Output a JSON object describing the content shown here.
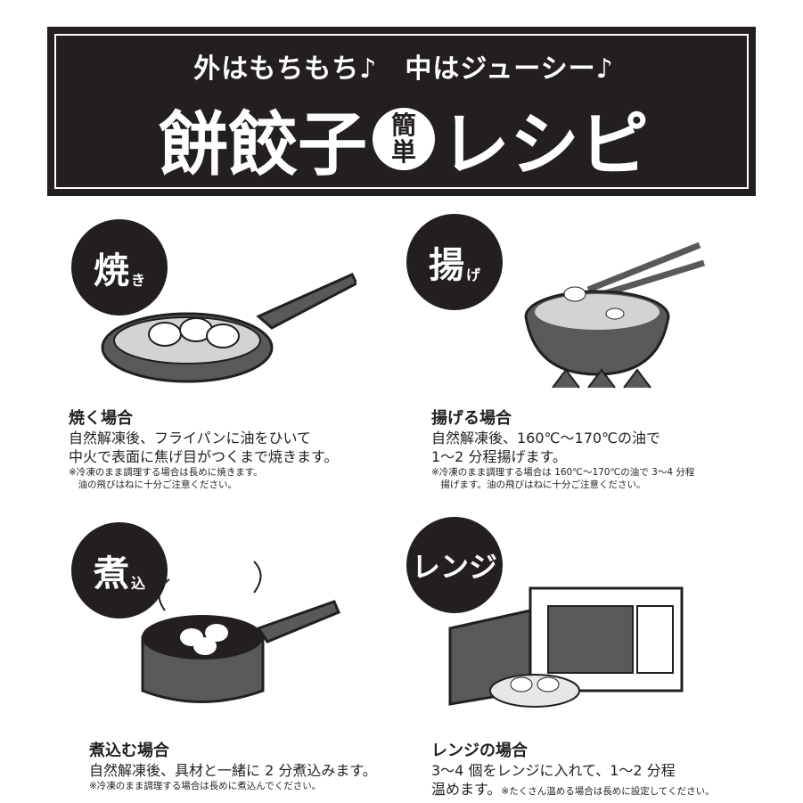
{
  "banner": {
    "subtitle": "外はもちもち♪　中はジューシー♪",
    "title_main": "餅餃子",
    "title_badge_1": "簡",
    "title_badge_2": "単",
    "title_end": "レシピ"
  },
  "sections": [
    {
      "badge": "焼",
      "badge_small": "き",
      "heading": "焼く場合",
      "lines": [
        "自然解凍後、フライパンに油をひいて",
        "中火で表面に焦げ目がつくまで焼きます。"
      ],
      "notes": [
        "※冷凍のまま調理する場合は長めに焼きます。",
        "　油の飛びはねに十分ご注意ください。"
      ]
    },
    {
      "badge": "揚",
      "badge_small": "げ",
      "heading": "揚げる場合",
      "lines": [
        "自然解凍後、160℃〜170℃の油で",
        "1〜2 分程揚げます。"
      ],
      "notes": [
        "※冷凍のまま調理する場合は 160℃〜170℃の油で 3〜4 分程",
        "　揚げます。油の飛びはねに十分ご注意ください。"
      ]
    },
    {
      "badge": "煮",
      "badge_small": "込",
      "heading": "煮込む場合",
      "lines": [
        "自然解凍後、具材と一緒に 2 分煮込みます。"
      ],
      "notes": [
        "※冷凍のまま調理する場合は長めに煮込んでください。"
      ]
    },
    {
      "badge": "レンジ",
      "badge_small": "",
      "heading": "レンジの場合",
      "lines": [
        "3〜4 個をレンジに入れて、1〜2 分程"
      ],
      "line2_main": "温めます。",
      "line2_note": "※たくさん温める場合は長めに設定してください。"
    }
  ]
}
